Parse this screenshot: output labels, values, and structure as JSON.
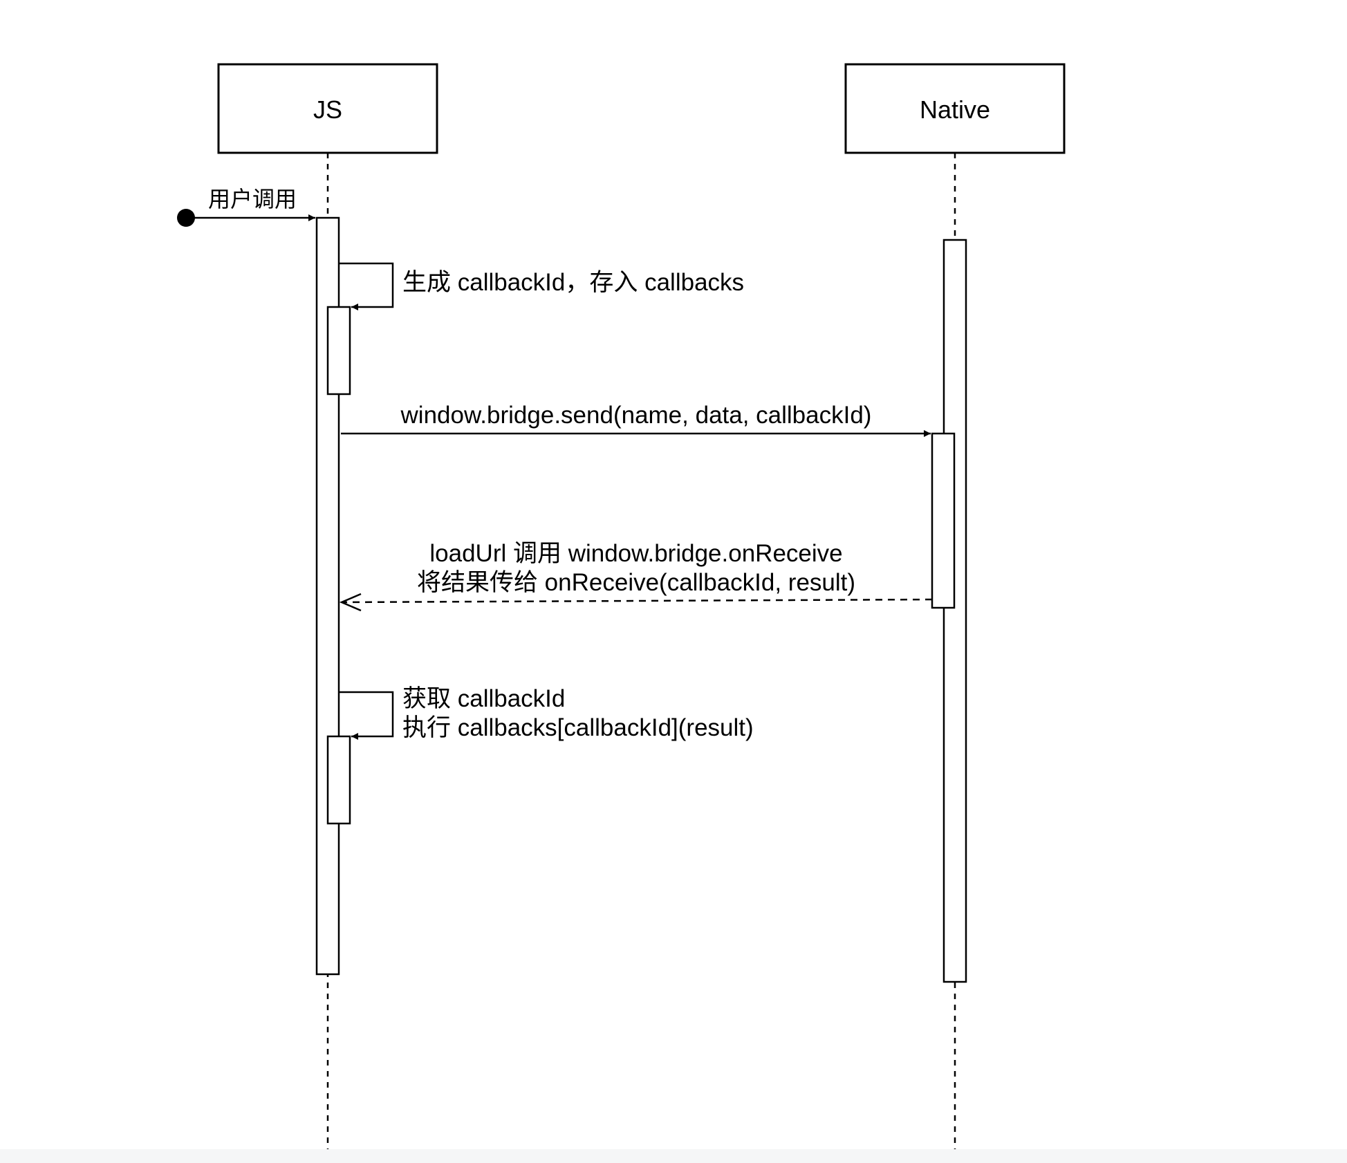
{
  "participants": {
    "js": {
      "label": "JS"
    },
    "native": {
      "label": "Native"
    }
  },
  "messages": {
    "user_call": {
      "label": "用户调用"
    },
    "self_generate": {
      "label": "生成 callbackId，存入 callbacks"
    },
    "send": {
      "label": "window.bridge.send(name, data, callbackId)"
    },
    "reply": {
      "line1": "loadUrl 调用 window.bridge.onReceive",
      "line2": "将结果传给 onReceive(callbackId, result)"
    },
    "self_execute": {
      "line1": "获取 callbackId",
      "line2": "执行 callbacks[callbackId](result)"
    }
  },
  "colors": {
    "stroke": "#000000",
    "box_fill": "#ffffff",
    "background": "#ffffff",
    "footer": "#f5f6f7"
  }
}
